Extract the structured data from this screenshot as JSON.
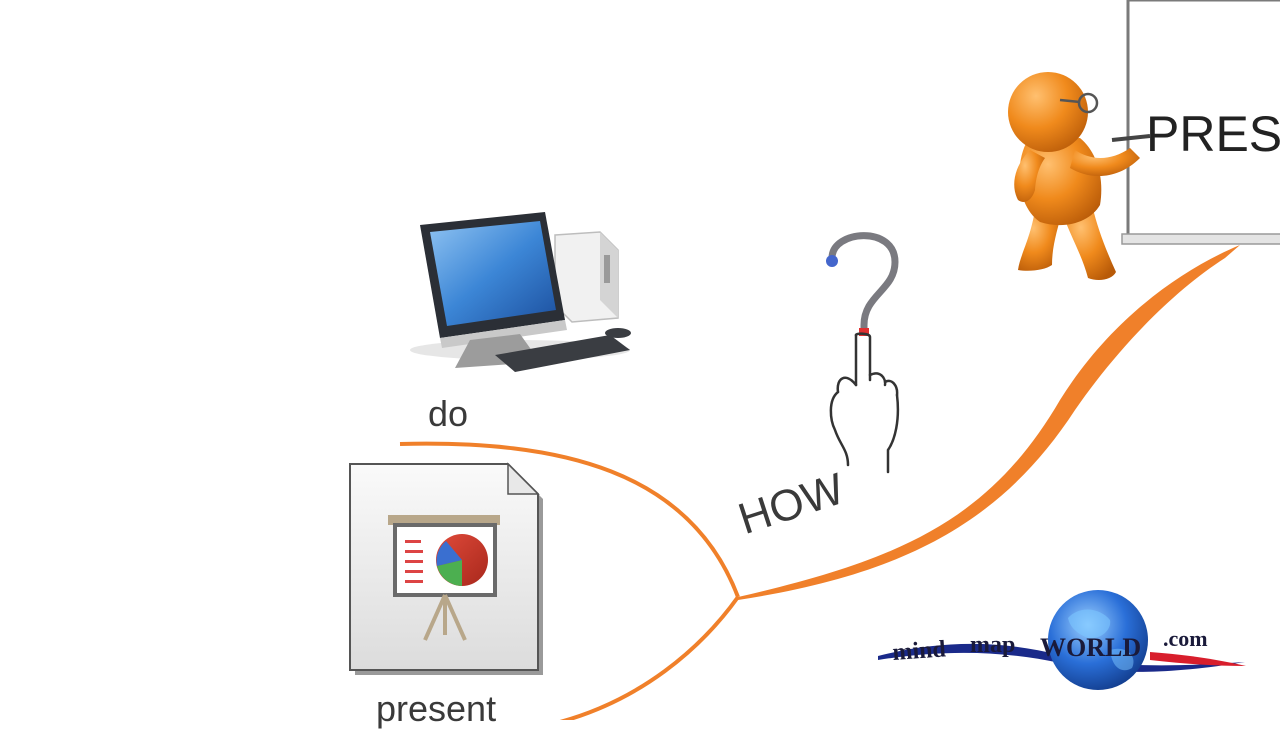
{
  "branches": {
    "how_label": "HOW",
    "do_label": "do",
    "present_label": "present"
  },
  "presenter": {
    "board_text": "PRES"
  },
  "watermark": {
    "text_mind": "mind",
    "text_map": "map",
    "text_world": "WORLD",
    "text_com": ".com"
  },
  "colors": {
    "branch": "#f0802a",
    "figure": "#f08a1c",
    "question_mark": "#7a7a80",
    "globe": "#2a6fd8",
    "watermark_text": "#1a1a3a",
    "swoosh_blue": "#1a2a8a",
    "swoosh_red": "#d81e2c"
  },
  "icons": {
    "computer": "desktop-computer-icon",
    "presentation": "presentation-file-icon",
    "pointing_hand": "pointing-hand-icon",
    "question_mark": "question-mark-icon",
    "presenter": "presenter-figure-icon",
    "globe": "globe-icon"
  }
}
